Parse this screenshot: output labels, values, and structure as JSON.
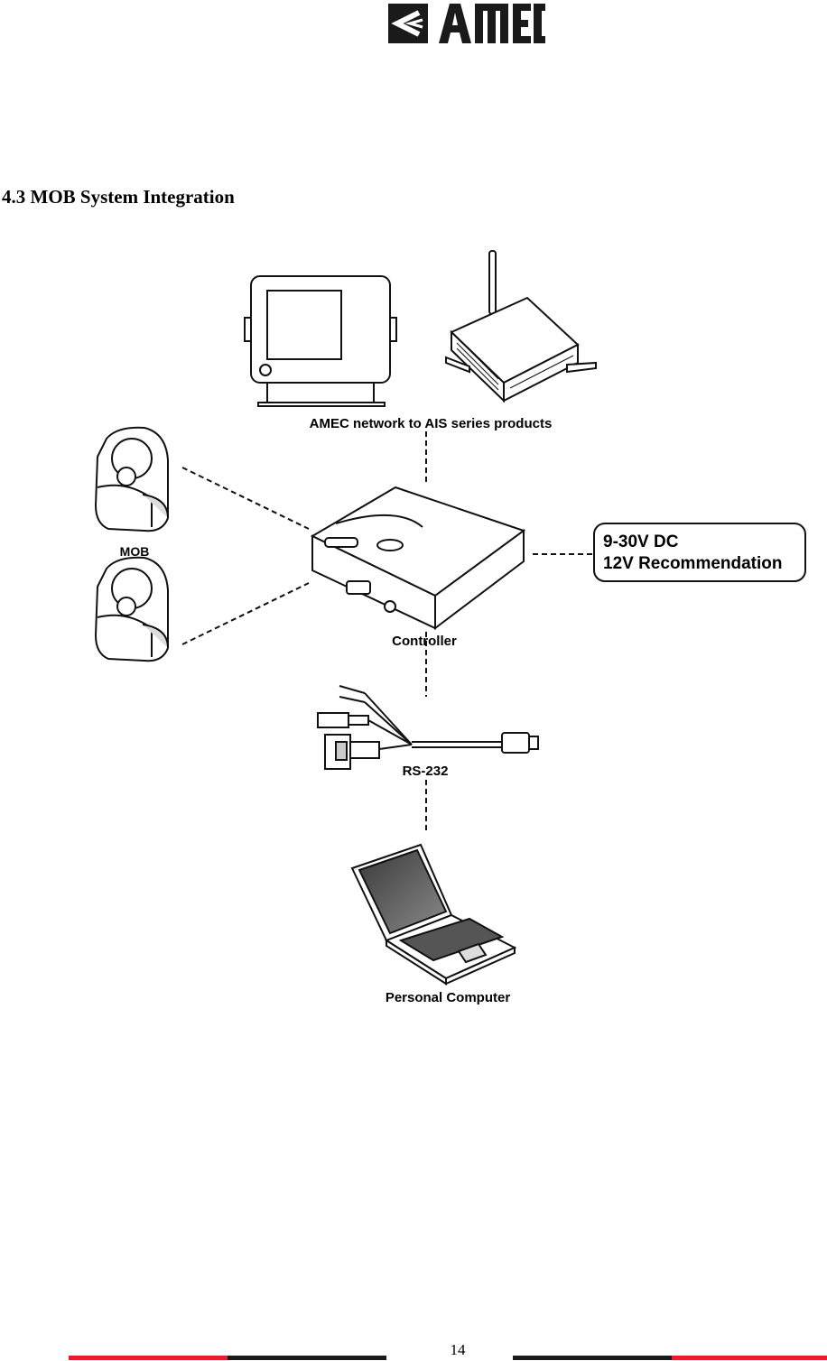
{
  "header": {
    "logo_text": "AMEC"
  },
  "section": {
    "title": "4.3 MOB System Integration"
  },
  "diagram": {
    "labels": {
      "network": "AMEC network to AIS series products",
      "mob": "MOB",
      "controller": "Controller",
      "rs232": "RS-232",
      "pc": "Personal Computer"
    },
    "power": {
      "line1": "9-30V DC",
      "line2": "12V Recommendation"
    }
  },
  "footer": {
    "page_number": "14",
    "colors": {
      "red": "#e3202a",
      "black": "#1a1a1a"
    }
  }
}
